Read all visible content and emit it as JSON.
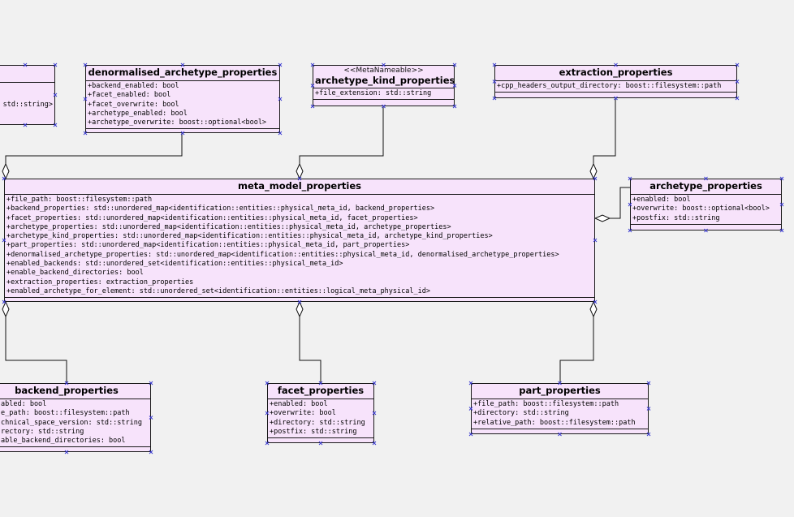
{
  "classes": {
    "partial_left": {
      "name": "",
      "attributes": [
        "std::string>"
      ]
    },
    "denormalised_archetype_properties": {
      "name": "denormalised_archetype_properties",
      "attributes": [
        "+backend_enabled: bool",
        "+facet_enabled: bool",
        "+facet_overwrite: bool",
        "+archetype_enabled: bool",
        "+archetype_overwrite: boost::optional<bool>"
      ]
    },
    "archetype_kind_properties": {
      "stereotype": "<<MetaNameable>>",
      "name": "archetype_kind_properties",
      "attributes": [
        "+file_extension: std::string"
      ]
    },
    "extraction_properties": {
      "name": "extraction_properties",
      "attributes": [
        "+cpp_headers_output_directory: boost::filesystem::path"
      ]
    },
    "meta_model_properties": {
      "name": "meta_model_properties",
      "attributes": [
        "+file_path: boost::filesystem::path",
        "+backend_properties: std::unordered_map<identification::entities::physical_meta_id, backend_properties>",
        "+facet_properties: std::unordered_map<identification::entities::physical_meta_id, facet_properties>",
        "+archetype_properties: std::unordered_map<identification::entities::physical_meta_id, archetype_properties>",
        "+archetype_kind_properties: std::unordered_map<identification::entities::physical_meta_id, archetype_kind_properties>",
        "+part_properties: std::unordered_map<identification::entities::physical_meta_id, part_properties>",
        "+denormalised_archetype_properties: std::unordered_map<identification::entities::physical_meta_id, denormalised_archetype_properties>",
        "+enabled_backends: std::unordered_set<identification::entities::physical_meta_id>",
        "+enable_backend_directories: bool",
        "+extraction_properties: extraction_properties",
        "+enabled_archetype_for_element: std::unordered_set<identification::entities::logical_meta_physical_id>"
      ]
    },
    "archetype_properties": {
      "name": "archetype_properties",
      "attributes": [
        "+enabled: bool",
        "+overwrite: boost::optional<bool>",
        "+postfix: std::string"
      ]
    },
    "backend_properties": {
      "name": "backend_properties",
      "attributes": [
        "abled: bool",
        "e_path: boost::filesystem::path",
        "chnical_space_version: std::string",
        "rectory: std::string",
        "able_backend_directories: bool"
      ]
    },
    "facet_properties": {
      "name": "facet_properties",
      "attributes": [
        "+enabled: bool",
        "+overwrite: bool",
        "+directory: std::string",
        "+postfix: std::string"
      ]
    },
    "part_properties": {
      "name": "part_properties",
      "attributes": [
        "+file_path: boost::filesystem::path",
        "+directory: std::string",
        "+relative_path: boost::filesystem::path"
      ]
    }
  },
  "colors": {
    "class_fill": "#f7e3fb",
    "border": "#1a1a1a",
    "background": "#f1f1f1",
    "connector_handle": "#3a3ad0"
  }
}
